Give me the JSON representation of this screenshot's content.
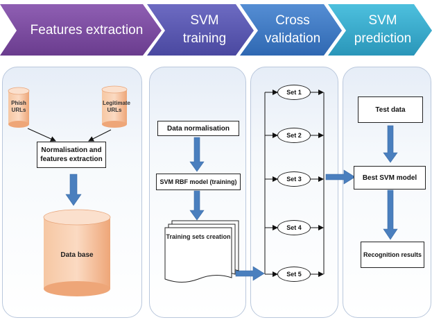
{
  "stages": [
    {
      "label": "Features extraction"
    },
    {
      "label": "SVM\ntraining"
    },
    {
      "label": "Cross\nvalidation"
    },
    {
      "label": "SVM\nprediction"
    }
  ],
  "feature_extraction": {
    "phish_urls": "Phish URLs",
    "legitimate_urls": "Legitimate URLs",
    "normalisation_box": "Normalisation and features extraction",
    "database": "Data base"
  },
  "svm_training": {
    "data_normalisation": "Data normalisation",
    "rbf_model": "SVM RBF model (training)",
    "training_sets": "Training sets creation"
  },
  "cross_validation": {
    "sets": [
      "Set 1",
      "Set 2",
      "Set 3",
      "Set 4",
      "Set 5"
    ]
  },
  "svm_prediction": {
    "test_data": "Test data",
    "best_model": "Best SVM model",
    "recognition_results": "Recognition results"
  },
  "colors": {
    "stage1": "#7a4a9c",
    "stage2": "#5a58b0",
    "stage3": "#3d78c4",
    "stage4": "#32a8c9",
    "arrow_blue": "#4a7fbe",
    "cylinder": "#f3b183"
  }
}
